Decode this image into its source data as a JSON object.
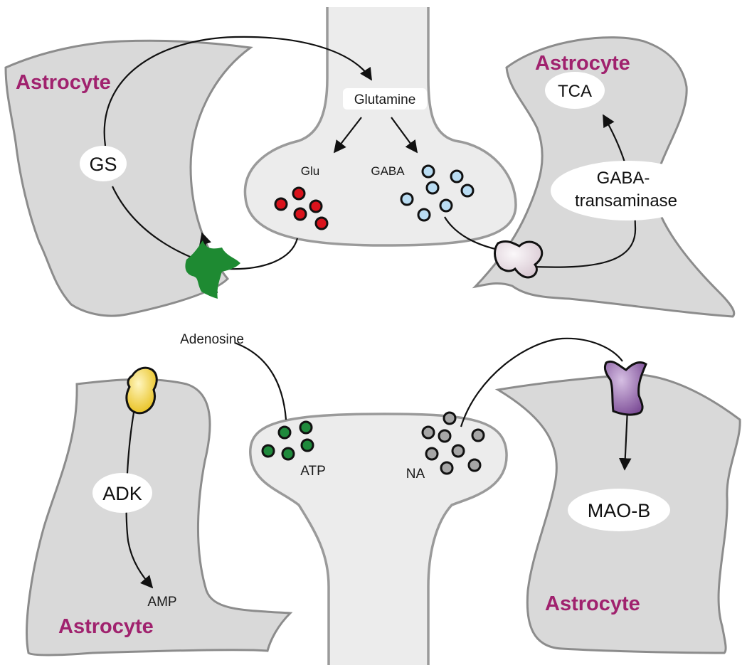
{
  "labels": {
    "astrocyte_top_left": "Astrocyte",
    "astrocyte_top_right": "Astrocyte",
    "astrocyte_bottom_left": "Astrocyte",
    "astrocyte_bottom_right": "Astrocyte",
    "gs": "GS",
    "glutamine": "Glutamine",
    "glu": "Glu",
    "gaba": "GABA",
    "tca": "TCA",
    "gaba_transaminase_line1": "GABA-",
    "gaba_transaminase_line2": "transaminase",
    "adenosine": "Adenosine",
    "adk": "ADK",
    "amp": "AMP",
    "atp": "ATP",
    "na": "NA",
    "mao_b": "MAO-B"
  },
  "colors": {
    "astrocyte_text": "#a0226e",
    "glu_vesicle": "#d9131c",
    "gaba_vesicle": "#b9dcf2",
    "atp_vesicle": "#1f8a3c",
    "na_vesicle": "#a6a6a6",
    "glutamate_transporter": "#1e8a32",
    "gaba_transporter": "#ece4ea",
    "adenosine_transporter": "#f3d23c",
    "na_transporter": "#9b6fb0",
    "astrocyte_fill": "#d9d9d9"
  }
}
